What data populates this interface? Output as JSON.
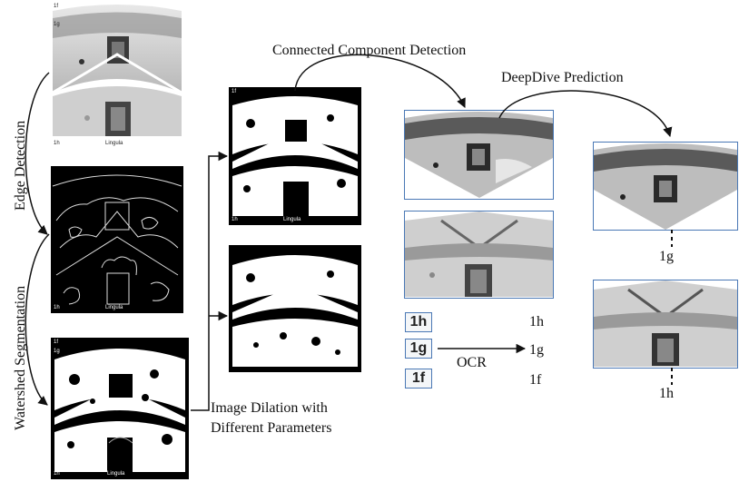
{
  "labels": {
    "connected_component": "Connected Component Detection",
    "deepdive_prediction": "DeepDive Prediction",
    "edge_detection": "Edge Detection",
    "watershed_segmentation": "Watershed Segmentation",
    "image_dilation_line1": "Image Dilation with",
    "image_dilation_line2": "Different Parameters",
    "ocr": "OCR"
  },
  "image_text": {
    "label_1f": "1f",
    "label_1g": "1g",
    "label_1h": "1h",
    "lingula": "Lingula"
  },
  "ocr": {
    "crops": [
      "1h",
      "1g",
      "1f"
    ],
    "results": [
      "1h",
      "1g",
      "1f"
    ]
  },
  "predictions": {
    "upper": "1g",
    "lower": "1h"
  }
}
